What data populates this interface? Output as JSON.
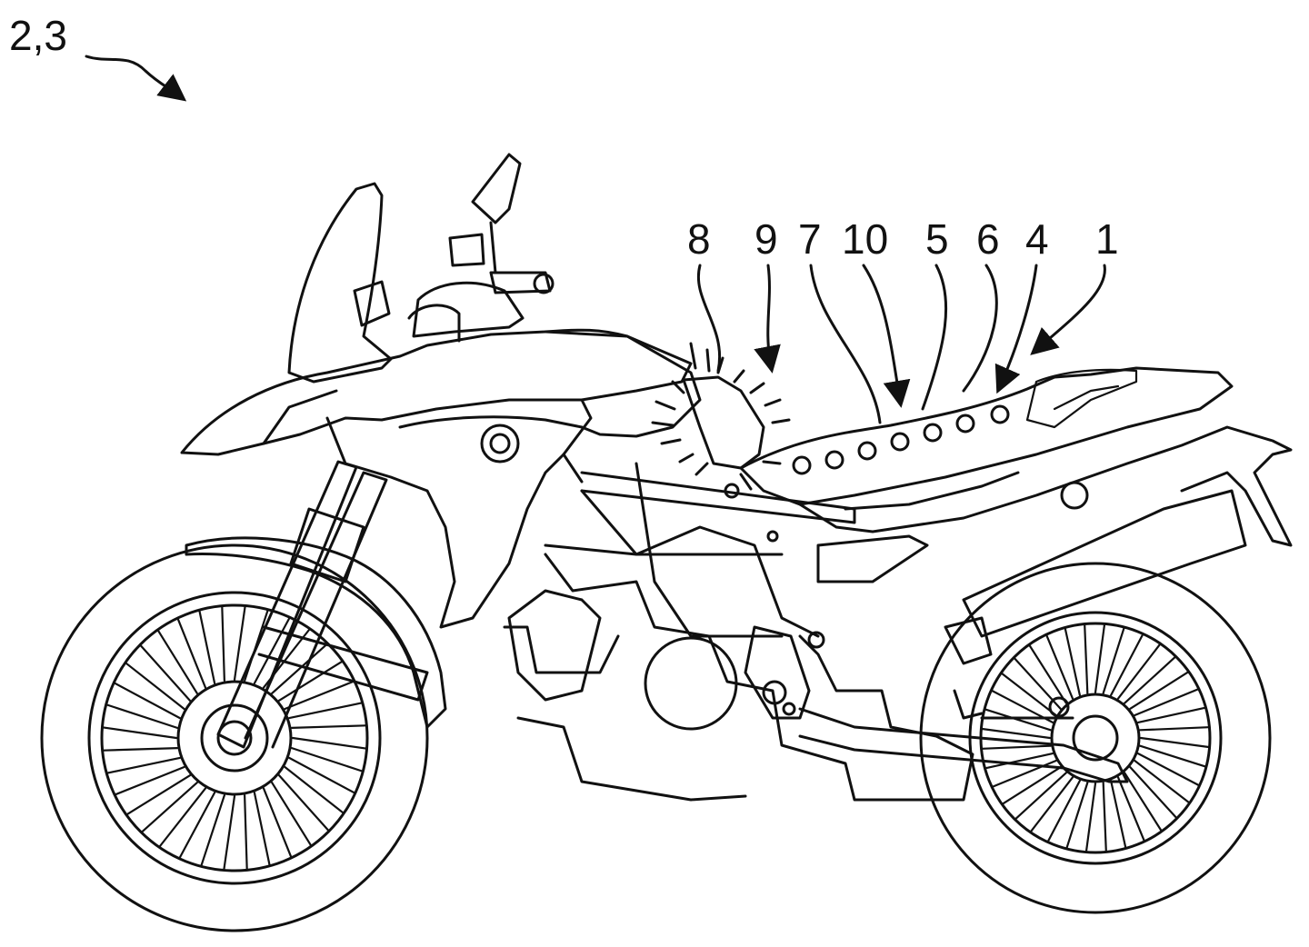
{
  "figure": {
    "assembly_label": "2,3",
    "reference_numerals": [
      "8",
      "9",
      "7",
      "10",
      "5",
      "6",
      "4",
      "1"
    ]
  }
}
